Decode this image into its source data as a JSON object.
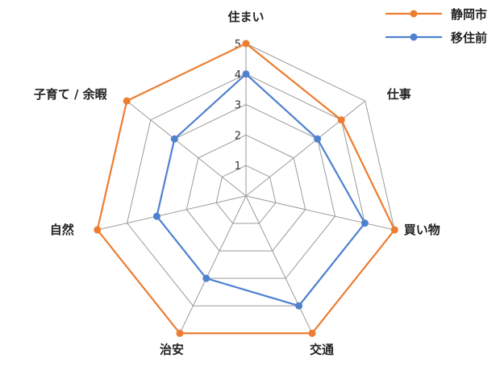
{
  "chart_data": {
    "type": "radar",
    "categories": [
      "住まい",
      "仕事",
      "買い物",
      "交通",
      "治安",
      "自然",
      "子育て / 余暇"
    ],
    "series": [
      {
        "name": "静岡市",
        "values": [
          5,
          4,
          5,
          5,
          5,
          5,
          5
        ],
        "color": "#ED7D31"
      },
      {
        "name": "移住前",
        "values": [
          4,
          3,
          4,
          4,
          3,
          3,
          3
        ],
        "color": "#4F81CF"
      }
    ],
    "rlim": [
      0,
      5
    ],
    "ticks": [
      "1",
      "2",
      "3",
      "4",
      "5"
    ],
    "grid": true,
    "legend": "top-right"
  }
}
